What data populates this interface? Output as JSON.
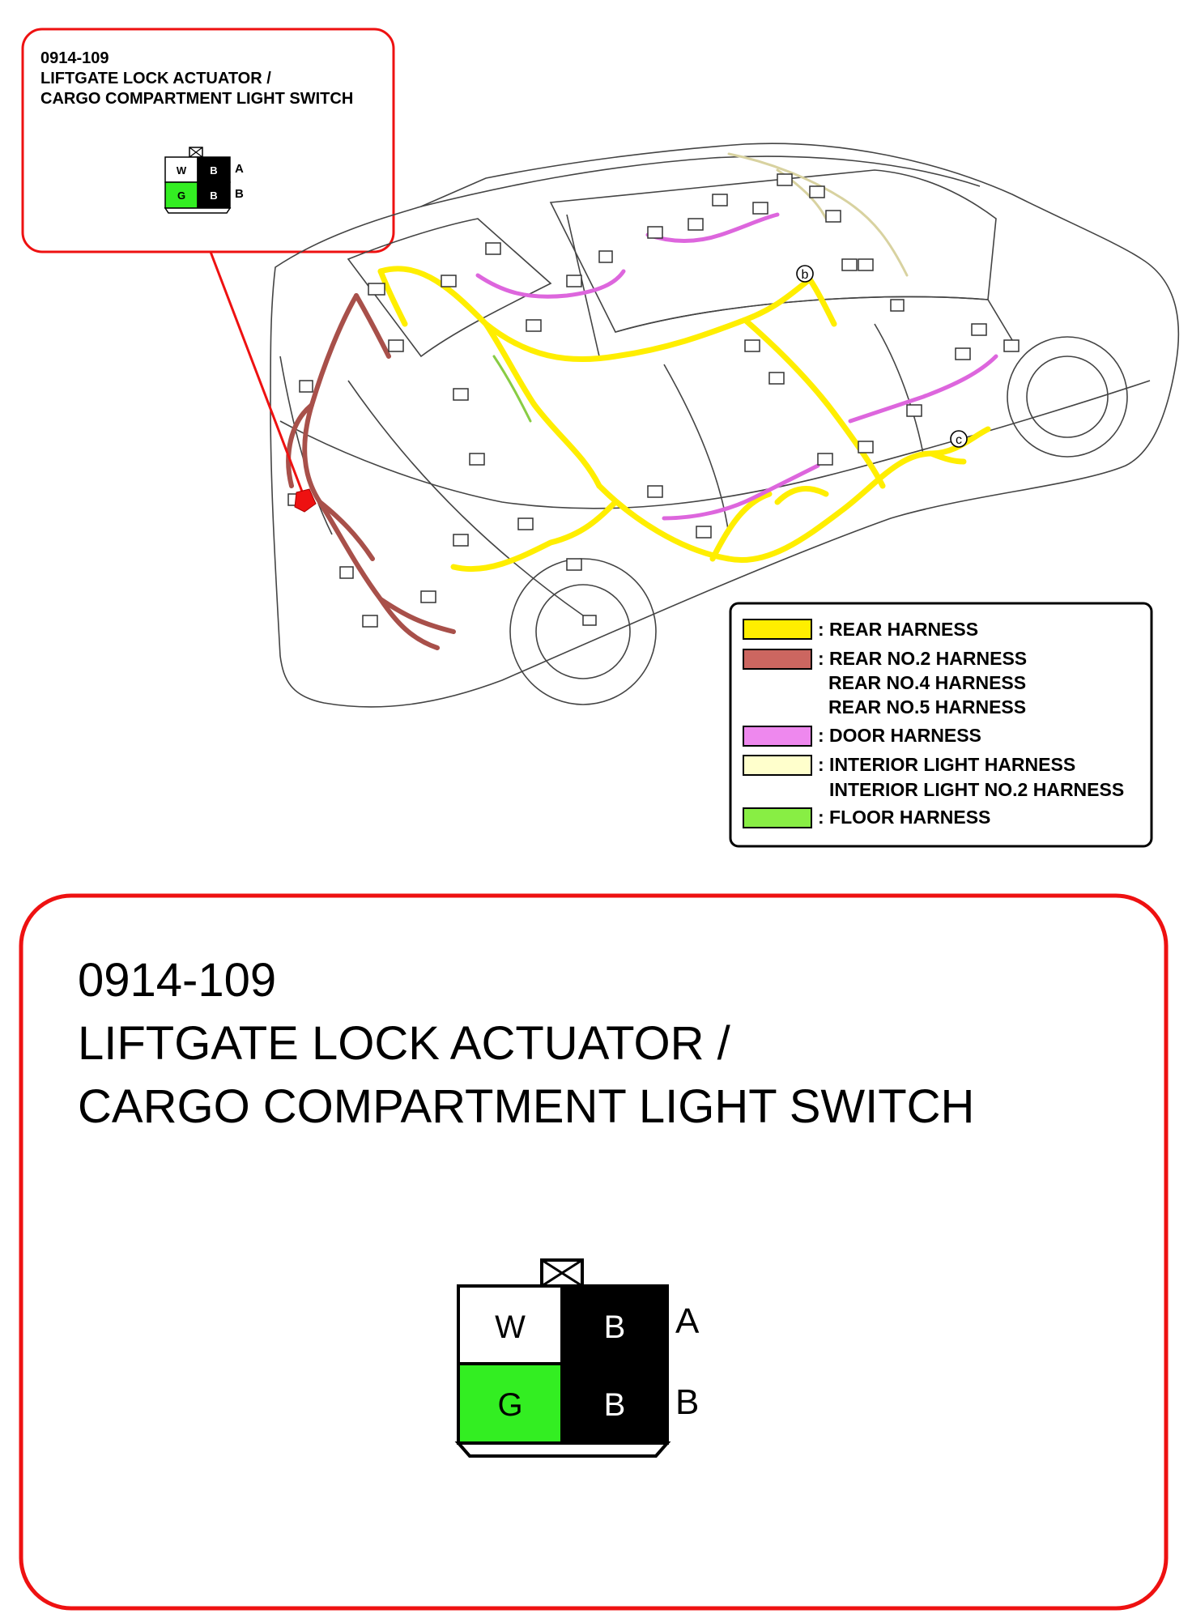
{
  "connector": {
    "code": "0914-109",
    "title_line1": "LIFTGATE LOCK ACTUATOR /",
    "title_line2": "CARGO COMPARTMENT LIGHT SWITCH",
    "pins": [
      {
        "row": "A",
        "cells": [
          {
            "label": "W",
            "fill": "#ffffff",
            "text": "#000000"
          },
          {
            "label": "B",
            "fill": "#000000",
            "text": "#ffffff"
          }
        ]
      },
      {
        "row": "B",
        "cells": [
          {
            "label": "G",
            "fill": "#33ee22",
            "text": "#000000"
          },
          {
            "label": "B",
            "fill": "#000000",
            "text": "#ffffff"
          }
        ]
      }
    ]
  },
  "callouts": {
    "b": "b",
    "c": "c"
  },
  "legend": [
    {
      "color": "#ffee00",
      "lines": [
        ": REAR HARNESS"
      ]
    },
    {
      "color": "#cc6660",
      "lines": [
        ": REAR NO.2 HARNESS",
        "REAR NO.4 HARNESS",
        "REAR NO.5 HARNESS"
      ]
    },
    {
      "color": "#ee88ee",
      "lines": [
        ": DOOR HARNESS"
      ]
    },
    {
      "color": "#ffffcc",
      "lines": [
        ": INTERIOR LIGHT HARNESS",
        "INTERIOR LIGHT NO.2 HARNESS"
      ]
    },
    {
      "color": "#88ee44",
      "lines": [
        ": FLOOR HARNESS"
      ]
    }
  ],
  "colors": {
    "frame": "#ee1111",
    "locator": "#ee1111",
    "rear": "#ffee00",
    "rear2": "#a8504a",
    "door": "#dd66dd",
    "interior": "#ffffcc",
    "floor": "#88cc44"
  }
}
